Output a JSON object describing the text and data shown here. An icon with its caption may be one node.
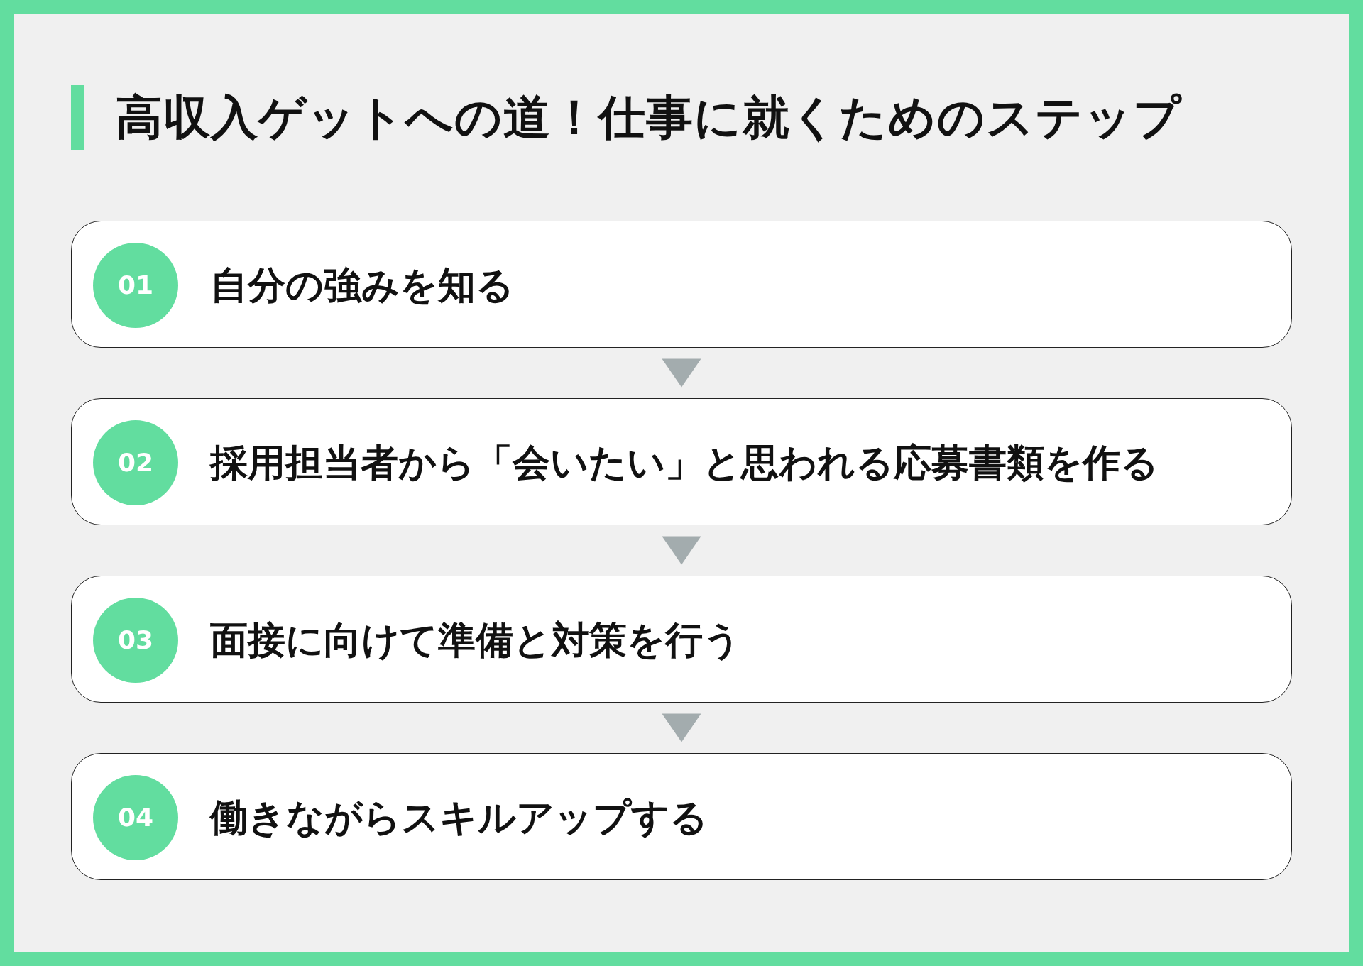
{
  "diagram": {
    "title": "高収入ゲットへの道！仕事に就くためのステップ",
    "nodes": [
      {
        "text": [
          "自分の強みを知る"
        ]
      },
      {
        "text": [
          "01"
        ],
        "in": 0
      },
      {
        "text": [
          "採用担当者から「会いたい」と思われる応募書類を作る"
        ]
      },
      {
        "text": [
          "02"
        ],
        "in": 2
      },
      {
        "text": [
          "面接に向けて準備と対策を行う"
        ]
      },
      {
        "text": [
          "03"
        ],
        "in": 4
      },
      {
        "text": [
          "働きながらスキルアップする"
        ]
      },
      {
        "text": [
          "04"
        ],
        "in": 6
      }
    ],
    "edges": [
      {
        "from": 0,
        "to": 2,
        "arrow": "to"
      },
      {
        "from": 2,
        "to": 4,
        "arrow": "to"
      },
      {
        "from": 4,
        "to": 6,
        "arrow": "to"
      }
    ]
  }
}
